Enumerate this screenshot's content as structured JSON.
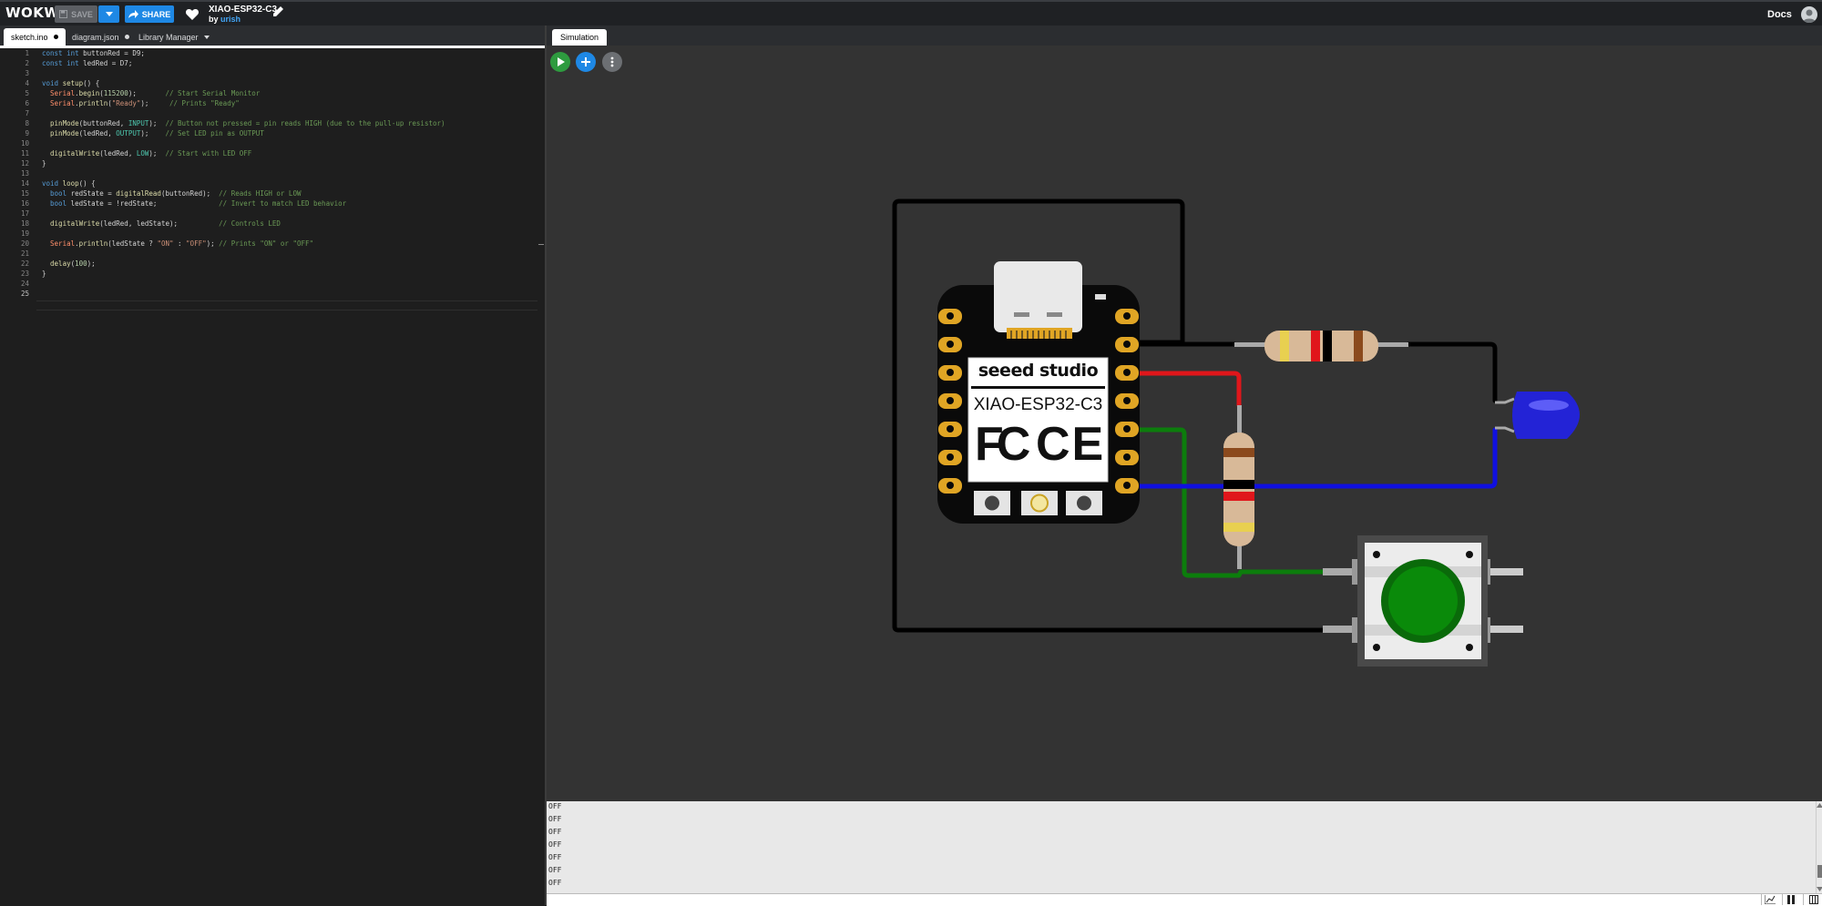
{
  "header": {
    "logo": "WOKWI",
    "save_label": "SAVE",
    "share_label": "SHARE",
    "project_title": "XIAO-ESP32-C3",
    "by_label": "by",
    "author": "urish",
    "docs_label": "Docs"
  },
  "editor_tabs": [
    {
      "label": "sketch.ino",
      "modified": true,
      "active": true
    },
    {
      "label": "diagram.json",
      "modified": true,
      "active": false
    },
    {
      "label": "Library Manager",
      "modified": false,
      "active": false
    }
  ],
  "code_lines": [
    "const int buttonRed = D9;",
    "const int ledRed = D7;",
    "",
    "void setup() {",
    "  Serial.begin(115200);       // Start Serial Monitor",
    "  Serial.println(\"Ready\");     // Prints \"Ready\"",
    "",
    "  pinMode(buttonRed, INPUT);  // Button not pressed = pin reads HIGH (due to the pull-up resistor)",
    "  pinMode(ledRed, OUTPUT);    // Set LED pin as OUTPUT",
    "",
    "  digitalWrite(ledRed, LOW);  // Start with LED OFF",
    "}",
    "",
    "void loop() {",
    "  bool redState = digitalRead(buttonRed);  // Reads HIGH or LOW",
    "  bool ledState = !redState;               // Invert to match LED behavior",
    "",
    "  digitalWrite(ledRed, ledState);          // Controls LED",
    "",
    "  Serial.println(ledState ? \"ON\" : \"OFF\"); // Prints \"ON\" or \"OFF\"",
    "",
    "  delay(100);",
    "}",
    "",
    ""
  ],
  "simulation": {
    "tab_label": "Simulation",
    "board": {
      "brand": "seeed studio",
      "model": "XIAO-ESP32-C3",
      "cert_fc": "FC",
      "cert_ce": "CE"
    },
    "wire_colors": {
      "black": "#000000",
      "red": "#e0161b",
      "green": "#0c7d0c",
      "blue": "#1010e0"
    },
    "led_color": "#2323d6",
    "button_color": "#0a8a0a"
  },
  "serial_monitor": {
    "lines": [
      "OFF",
      "OFF",
      "OFF",
      "OFF",
      "OFF",
      "OFF",
      "OFF"
    ]
  }
}
